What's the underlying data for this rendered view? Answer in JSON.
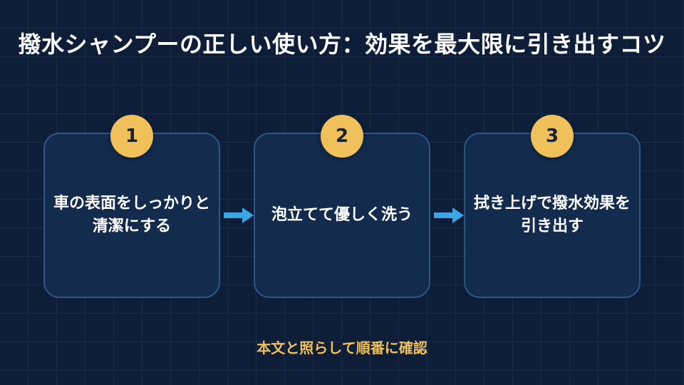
{
  "title": "撥水シャンプーの正しい使い方：効果を最大限に引き出すコツ",
  "steps": [
    {
      "number": "1",
      "text": "車の表面をしっかりと清潔にする"
    },
    {
      "number": "2",
      "text": "泡立てて優しく洗う"
    },
    {
      "number": "3",
      "text": "拭き上げで撥水効果を引き出す"
    }
  ],
  "footer": "本文と照らして順番に確認",
  "colors": {
    "background": "#0e1e38",
    "card": "#132b4d",
    "card_border": "#2e5786",
    "badge": "#f0c05a",
    "arrow": "#3aa6e8",
    "footer_text": "#f0c05a"
  },
  "icons": [
    "arrow-right-icon"
  ]
}
